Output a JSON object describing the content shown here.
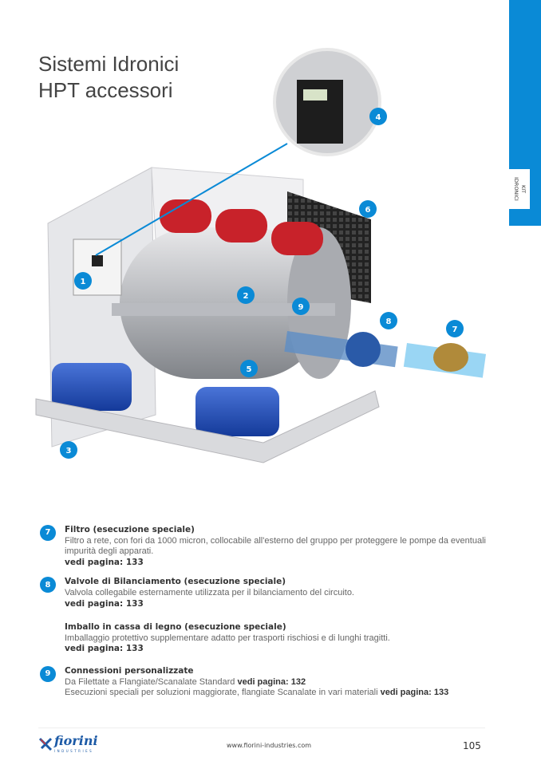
{
  "header": {
    "title_line1": "Sistemi Idronici",
    "title_line2": "HPT accessori"
  },
  "side_tab": {
    "label_line1": "KIT",
    "label_line2": "IDRONICI",
    "color": "#0a8ad6"
  },
  "callouts": [
    "1",
    "2",
    "3",
    "4",
    "5",
    "6",
    "7",
    "8",
    "9"
  ],
  "items": [
    {
      "badge": "7",
      "title": "Filtro (esecuzione speciale)",
      "desc": "Filtro a rete, con fori da 1000 micron, collocabile all'esterno del gruppo per proteggere le pompe da eventuali impurità degli apparati.",
      "ref": "vedi pagina: 133"
    },
    {
      "badge": "8",
      "title": "Valvole di Bilanciamento (esecuzione speciale)",
      "desc": "Valvola collegabile esternamente utilizzata per il bilanciamento del circuito.",
      "ref": "vedi pagina: 133"
    },
    {
      "title": "Imballo in cassa di legno (esecuzione speciale)",
      "desc": "Imballaggio protettivo supplementare adatto per trasporti rischiosi e di lunghi tragitti.",
      "ref": "vedi pagina: 133"
    },
    {
      "badge": "9",
      "title": "Connessioni personalizzate",
      "line1": "Da Filettate a Flangiate/Scanalate Standard",
      "ref1": "vedi pagina: 132",
      "line2": "Esecuzioni speciali per soluzioni maggiorate, flangiate Scanalate in vari materiali",
      "ref2": "vedi pagina: 133"
    }
  ],
  "footer": {
    "logo": "fiorini",
    "logo_sub": "INDUSTRIES",
    "url": "www.fiorini-industries.com",
    "page": "105"
  }
}
